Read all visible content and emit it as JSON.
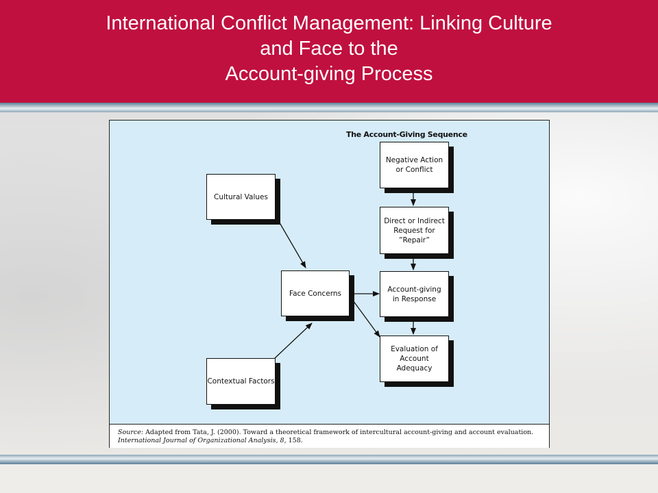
{
  "slide": {
    "title_lines": [
      "International Conflict Management: Linking Culture",
      "and Face to the",
      "Account-giving Process"
    ]
  },
  "diagram": {
    "sequence_title": "The Account-Giving Sequence",
    "boxes": {
      "cultural_values": "Cultural Values",
      "face_concerns": "Face Concerns",
      "contextual_factors": "Contextual Factors",
      "negative_action": "Negative Action\nor Conflict",
      "request_repair": "Direct or Indirect\nRequest for\n”Repair”",
      "account_giving": "Account-giving\nin Response",
      "evaluation": "Evaluation of\nAccount\nAdequacy"
    },
    "source": {
      "label": "Source:",
      "text": "Adapted from Tata, J. (2000). Toward a theoretical framework of intercultural account-giving and account evaluation.",
      "journal": "International Journal of Organizational Analysis, 8,",
      "page": "158."
    }
  },
  "colors": {
    "header": "#c0103f",
    "figure_background": "#d6ecf8"
  }
}
